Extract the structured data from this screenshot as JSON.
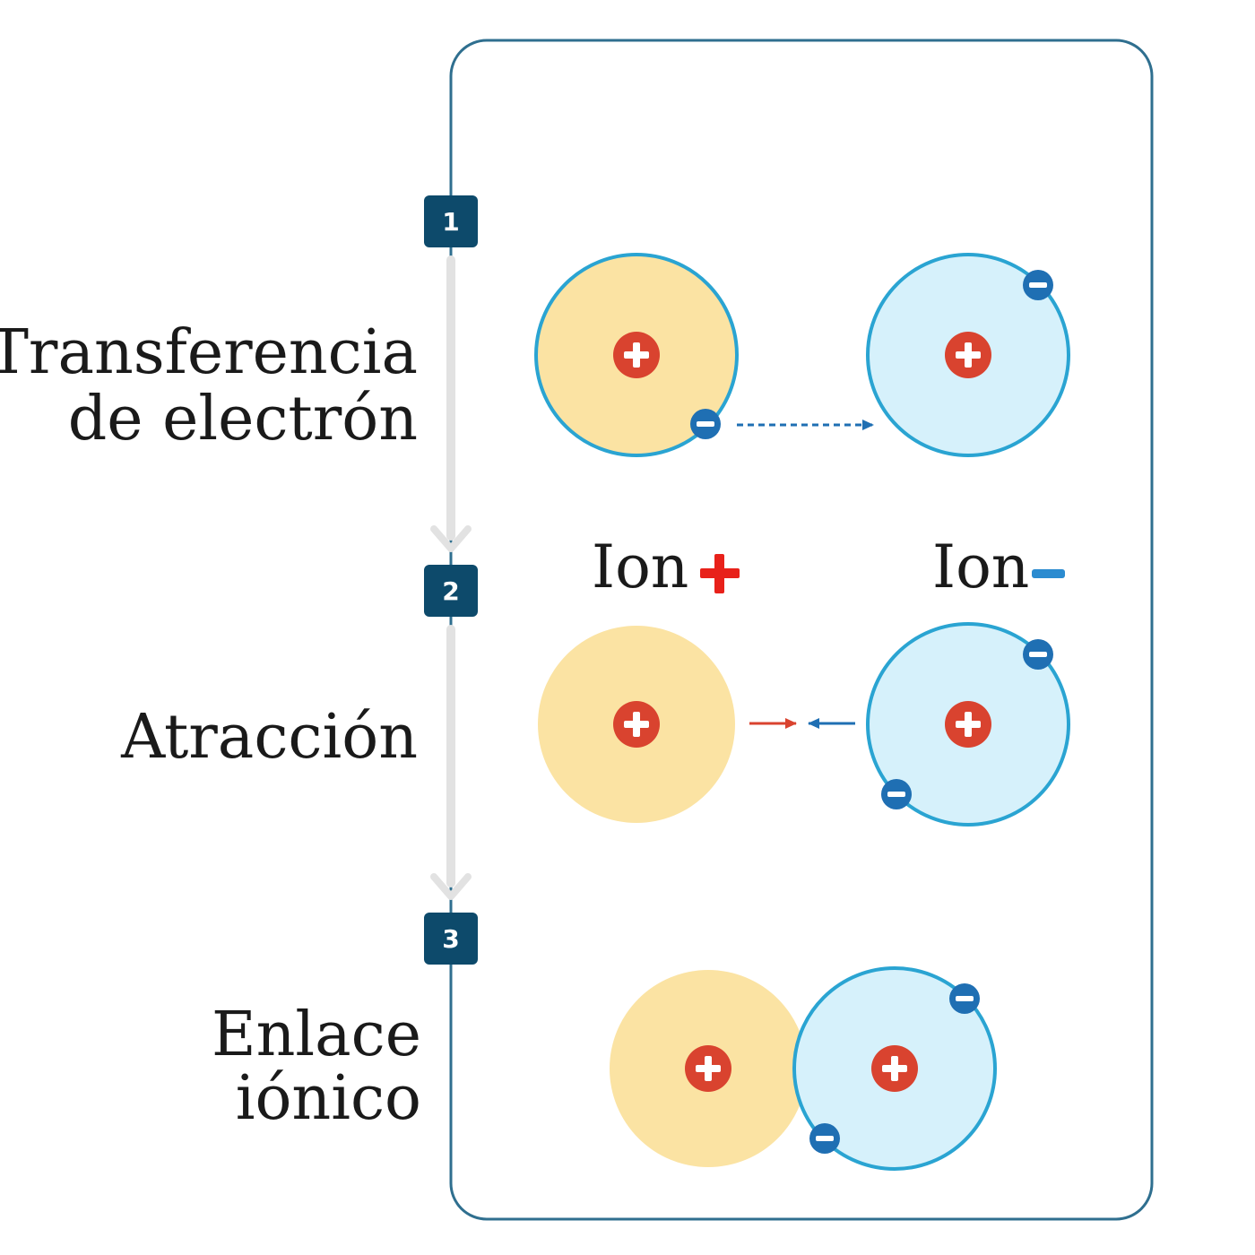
{
  "steps": [
    {
      "number": "1",
      "label_lines": [
        "Transferencia",
        "de electrón"
      ]
    },
    {
      "number": "2",
      "label_lines": [
        "Atracción"
      ]
    },
    {
      "number": "3",
      "label_lines": [
        "Enlace",
        "iónico"
      ]
    }
  ],
  "ion_labels": {
    "positive": "Ion",
    "negative": "Ion"
  },
  "colors": {
    "frame": "#2f6f8f",
    "badge": "#0d4a6b",
    "cation_fill": "#fbe3a3",
    "anion_fill": "#d6f1fb",
    "anion_stroke": "#2aa4d2",
    "nucleus": "#d9432f",
    "electron": "#1f6fb3",
    "timeline": "#e2e2e2",
    "plus_sign": "#e8211a",
    "minus_sign": "#2b8bd0"
  }
}
